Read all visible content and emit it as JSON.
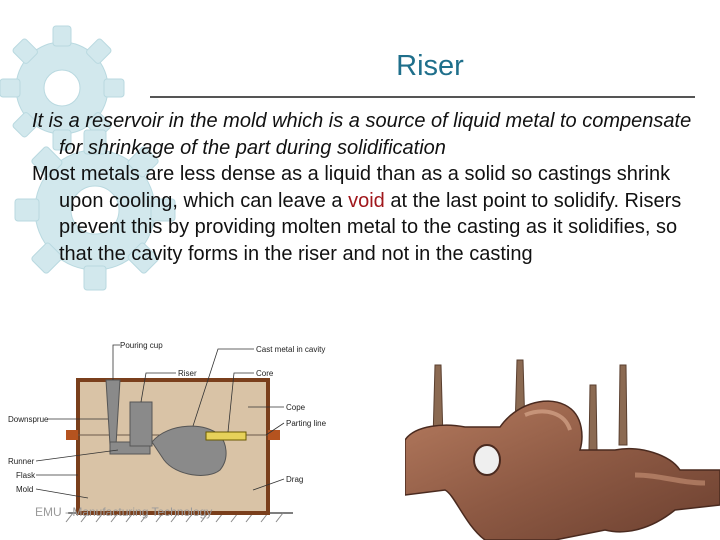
{
  "slide": {
    "title": "Riser",
    "paragraph1": "It is a reservoir in the mold which is a source of liquid metal to compensate for shrinkage of the part during solidification",
    "paragraph2_before": "Most metals are less dense as a liquid than as a solid so castings shrink upon cooling, which can leave a ",
    "paragraph2_highlight": "void",
    "paragraph2_after": " at the last point to solidify. Risers prevent this by providing molten metal to the casting as it solidifies, so that the cavity forms in the riser and not in the casting",
    "footer": "EMU - Manufacturing Technology"
  },
  "diagram": {
    "labels": {
      "pouring_cup": "Pouring cup",
      "cast_metal": "Cast metal in cavity",
      "riser": "Riser",
      "core": "Core",
      "downsprue": "Downsprue",
      "cope": "Cope",
      "parting_line": "Parting line",
      "runner": "Runner",
      "flask": "Flask",
      "mold": "Mold",
      "drag": "Drag"
    }
  },
  "colors": {
    "title": "#1f6f8b",
    "highlight": "#a0171c",
    "sand": "#d9c3a6",
    "metal": "#8a8a8a"
  }
}
